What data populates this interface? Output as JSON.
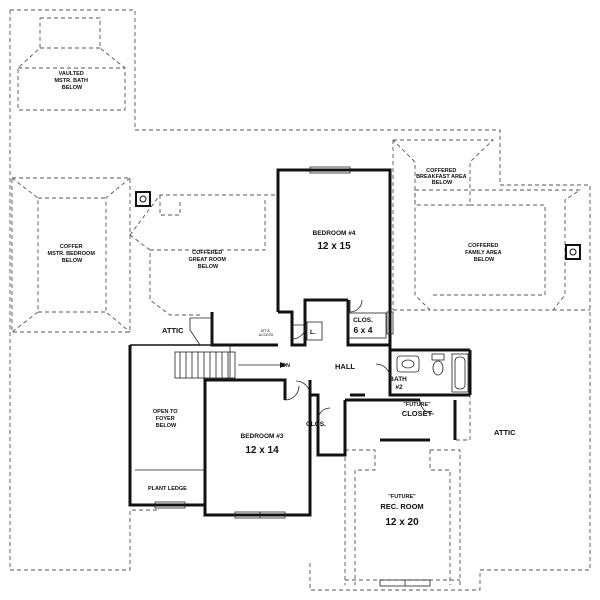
{
  "plan": {
    "labels": {
      "vaulted_bath": [
        "VAULTED",
        "MSTR. BATH",
        "BELOW"
      ],
      "coffer_mstr_bedroom": [
        "COFFER",
        "MSTR. BEDROOM",
        "BELOW"
      ],
      "coffered_great_room": [
        "COFFERED",
        "GREAT ROOM",
        "BELOW"
      ],
      "coffered_breakfast": [
        "COFFERED",
        "BREAKFAST AREA",
        "BELOW"
      ],
      "coffered_family": [
        "COFFERED",
        "FAMILY AREA",
        "BELOW"
      ],
      "bedroom4": [
        "BEDROOM #4",
        "12 x 15"
      ],
      "closet_big": [
        "CLOS.",
        "6 x 4"
      ],
      "linen": "L.",
      "attic_left": "ATTIC",
      "attic_right": "ATTIC",
      "hall": "HALL",
      "dn": "DN",
      "bath2": [
        "BATH",
        "#2"
      ],
      "future_closet": [
        "\"FUTURE\"",
        "CLOSET"
      ],
      "open_foyer": [
        "OPEN TO",
        "FOYER",
        "BELOW"
      ],
      "bedroom3": [
        "BEDROOM #3",
        "12 x 14"
      ],
      "closet_small": "CLOS.",
      "plant_ledge": "PLANT LEDGE",
      "rec_room": [
        "\"FUTURE\"",
        "REC. ROOM",
        "12 x 20"
      ],
      "attic_access": [
        "ATTIC",
        "ACCESS"
      ]
    }
  }
}
